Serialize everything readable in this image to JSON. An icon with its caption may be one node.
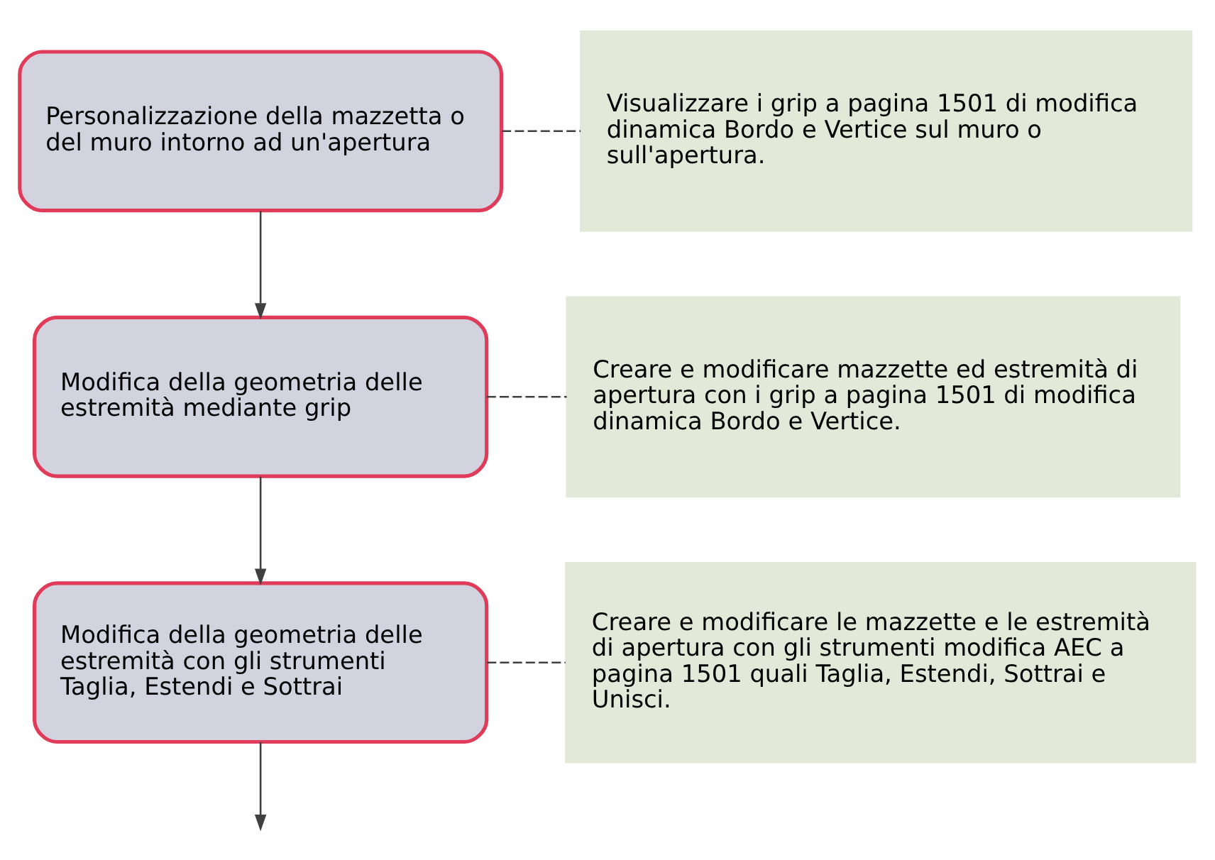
{
  "diagram": {
    "nodes": [
      {
        "text": [
          "Personalizzazione della mazzetta o del muro intorno ad un'apertura"
        ]
      },
      {
        "text": [
          "Visualizzare i grip a pagina 1501 di modifica dinamica Bordo e Vertice sul muro o sull'apertura."
        ]
      },
      {
        "text": [
          "Modifica della geometria delle estremità mediante grip"
        ]
      },
      {
        "text": [
          "Creare e modificare mazzette ed estremità di apertura con i grip a pagina 1501 di modifica dinamica Bordo e Vertice."
        ]
      },
      {
        "text": [
          "Modifica della geometria delle estremità con gli strumenti Taglia, Estendi e Sottrai"
        ]
      },
      {
        "text": [
          "Creare e modificare le mazzette e le estremità di apertura con gli strumenti modifica AEC a pagina 1501 quali Taglia, Estendi, Sottrai e Unisci."
        ]
      }
    ],
    "edges": [
      {
        "from": 0,
        "to": 1,
        "arrow": "none",
        "style": "dashed"
      },
      {
        "from": 0,
        "to": 2,
        "arrow": "to"
      },
      {
        "from": 2,
        "to": 3,
        "arrow": "none",
        "style": "dashed"
      },
      {
        "from": 2,
        "to": 4,
        "arrow": "to"
      },
      {
        "from": 4,
        "to": 5,
        "arrow": "none",
        "style": "dashed"
      },
      {
        "from": 4,
        "to": null,
        "arrow": "to"
      }
    ]
  }
}
